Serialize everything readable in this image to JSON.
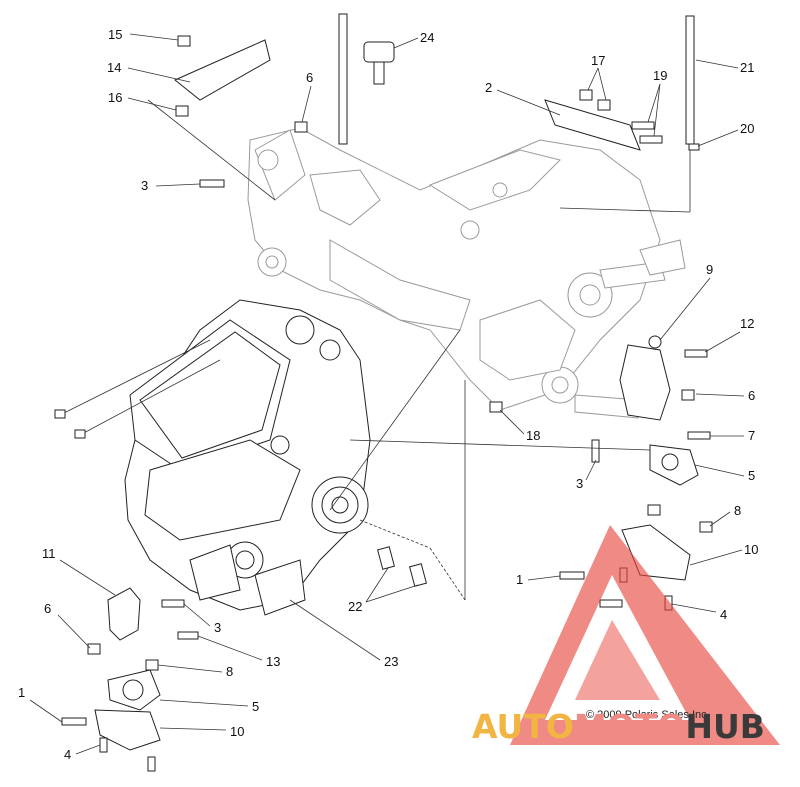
{
  "diagram": {
    "callouts": [
      {
        "id": "c15",
        "label": "15"
      },
      {
        "id": "c14",
        "label": "14"
      },
      {
        "id": "c16",
        "label": "16"
      },
      {
        "id": "c6a",
        "label": "6"
      },
      {
        "id": "c24",
        "label": "24"
      },
      {
        "id": "c2",
        "label": "2"
      },
      {
        "id": "c17",
        "label": "17"
      },
      {
        "id": "c19",
        "label": "19"
      },
      {
        "id": "c21",
        "label": "21"
      },
      {
        "id": "c20",
        "label": "20"
      },
      {
        "id": "c3a",
        "label": "3"
      },
      {
        "id": "c9",
        "label": "9"
      },
      {
        "id": "c12",
        "label": "12"
      },
      {
        "id": "c6b",
        "label": "6"
      },
      {
        "id": "c18",
        "label": "18"
      },
      {
        "id": "c7",
        "label": "7"
      },
      {
        "id": "c3b",
        "label": "3"
      },
      {
        "id": "c5a",
        "label": "5"
      },
      {
        "id": "c8a",
        "label": "8"
      },
      {
        "id": "c10a",
        "label": "10"
      },
      {
        "id": "c1a",
        "label": "1"
      },
      {
        "id": "c4a",
        "label": "4"
      },
      {
        "id": "c11",
        "label": "11"
      },
      {
        "id": "c6c",
        "label": "6"
      },
      {
        "id": "c3c",
        "label": "3"
      },
      {
        "id": "c13",
        "label": "13"
      },
      {
        "id": "c22",
        "label": "22"
      },
      {
        "id": "c23",
        "label": "23"
      },
      {
        "id": "c8b",
        "label": "8"
      },
      {
        "id": "c1b",
        "label": "1"
      },
      {
        "id": "c5b",
        "label": "5"
      },
      {
        "id": "c10b",
        "label": "10"
      },
      {
        "id": "c4b",
        "label": "4"
      }
    ],
    "copyright": "© 2009 Polaris Sales Inc."
  },
  "watermark": {
    "part1": "AUTO",
    "part2": "MOTO",
    "part3": "HUB",
    "colors": {
      "auto": "#f2b544",
      "moto": "#f08a84",
      "hub": "#3a3a3a",
      "triangle": "#e8483f"
    }
  }
}
